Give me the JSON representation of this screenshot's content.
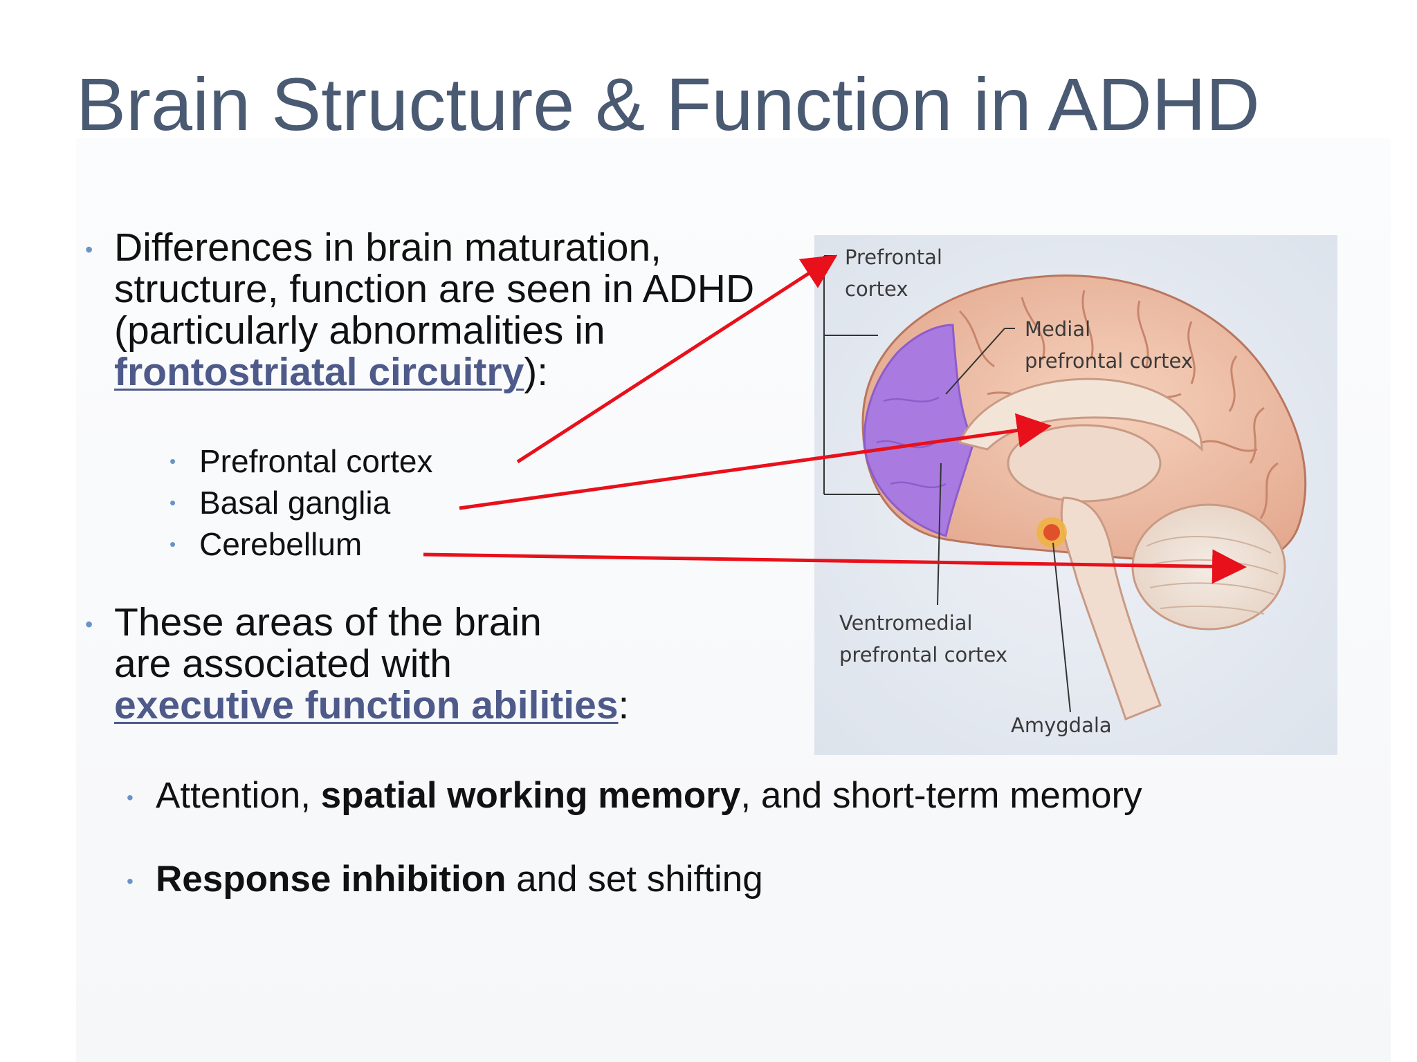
{
  "title": "Brain Structure & Function in ADHD",
  "bullet1": {
    "line1": "Differences in brain maturation,",
    "line2": "structure, function are seen in ADHD",
    "line3": "(particularly abnormalities in",
    "link": "frontostriatal circuitry",
    "tail": "):"
  },
  "regions": [
    "Prefrontal cortex",
    "Basal ganglia",
    "Cerebellum"
  ],
  "bullet2": {
    "line1": "These areas of the brain",
    "line2": "are associated with",
    "link": "executive function abilities",
    "tail": ":"
  },
  "abilities": {
    "a1_pre": "Attention, ",
    "a1_bold": "spatial working memory",
    "a1_post": ", and short-term memory",
    "a2_bold": "Response inhibition",
    "a2_post": " and set shifting"
  },
  "diagram_labels": {
    "prefrontal_1": "Prefrontal",
    "prefrontal_2": "cortex",
    "medial_1": "Medial",
    "medial_2": "prefrontal cortex",
    "ventro_1": "Ventromedial",
    "ventro_2": "prefrontal cortex",
    "amygdala": "Amygdala"
  },
  "colors": {
    "title": "#4a5a72",
    "bullet_dot": "#6a93c6",
    "link": "#4e5a8a",
    "arrow": "#e8101a",
    "prefrontal_highlight": "#a97be0"
  }
}
